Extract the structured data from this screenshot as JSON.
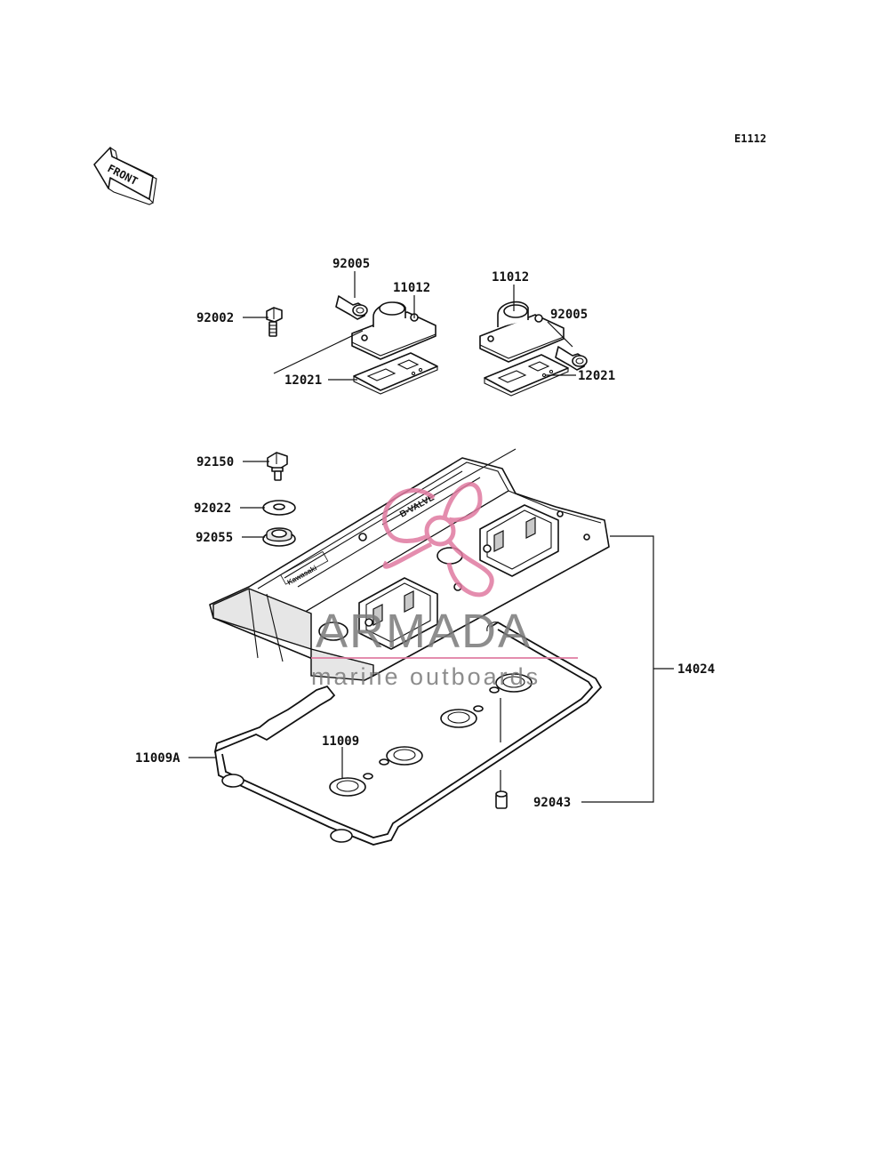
{
  "figure_id": "E1112",
  "front_arrow": {
    "label": "FRONT"
  },
  "cover_markings": {
    "brand": "Kawasaki",
    "logo": "B-VALVE"
  },
  "watermark": {
    "name": "ARMADA",
    "tagline": "marine outboards",
    "logo_color": "#e07aa0",
    "text_color": "#7a7a7a",
    "line_color": "#e07aa0"
  },
  "parts": [
    {
      "id": "lbl-92005-left",
      "number": "92005"
    },
    {
      "id": "lbl-11012-left",
      "number": "11012"
    },
    {
      "id": "lbl-92002",
      "number": "92002"
    },
    {
      "id": "lbl-12021-left",
      "number": "12021"
    },
    {
      "id": "lbl-11012-right",
      "number": "11012"
    },
    {
      "id": "lbl-92005-right",
      "number": "92005"
    },
    {
      "id": "lbl-12021-right",
      "number": "12021"
    },
    {
      "id": "lbl-92150",
      "number": "92150"
    },
    {
      "id": "lbl-92022",
      "number": "92022"
    },
    {
      "id": "lbl-92055",
      "number": "92055"
    },
    {
      "id": "lbl-14024",
      "number": "14024"
    },
    {
      "id": "lbl-11009",
      "number": "11009"
    },
    {
      "id": "lbl-11009A",
      "number": "11009A"
    },
    {
      "id": "lbl-92043",
      "number": "92043"
    }
  ]
}
